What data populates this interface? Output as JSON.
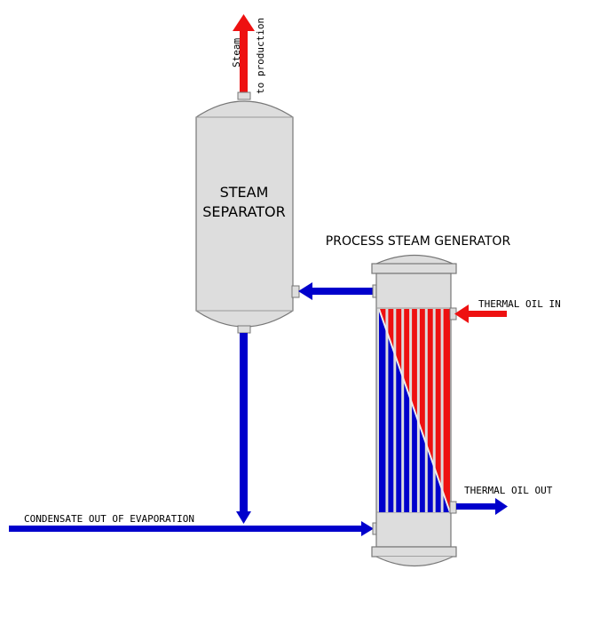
{
  "labels": {
    "steam_top": "Steam",
    "steam_bottom": "to production",
    "separator_line1": "STEAM",
    "separator_line2": "SEPARATOR",
    "generator_title": "PROCESS STEAM GENERATOR",
    "thermal_oil_in": "THERMAL OIL IN",
    "thermal_oil_out": "THERMAL OIL OUT",
    "condensate": "CONDENSATE OUT OF EVAPORATION"
  },
  "colors": {
    "hot": "#ee1111",
    "cold": "#0000cc",
    "vessel_fill": "#dddddd",
    "vessel_stroke": "#777777"
  }
}
